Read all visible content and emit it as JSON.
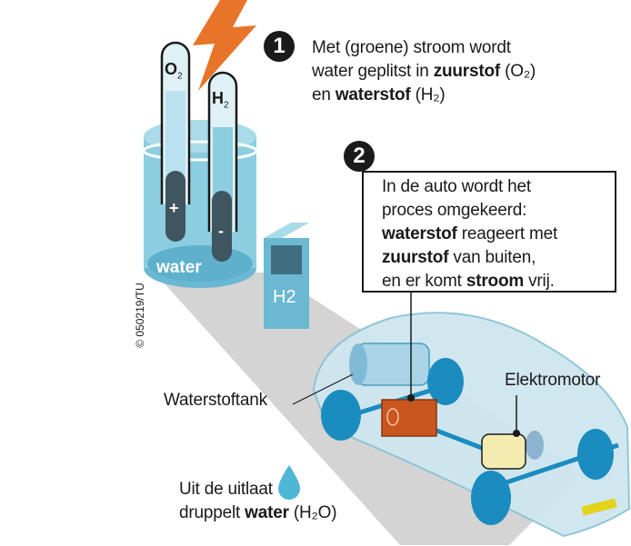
{
  "step1": {
    "number": "1",
    "lines": [
      [
        {
          "t": "Met (groene) stroom  wordt",
          "b": false
        }
      ],
      [
        {
          "t": "water geplitst in ",
          "b": false
        },
        {
          "t": "zuurstof",
          "b": true
        },
        {
          "t": " (O₂)",
          "b": false
        }
      ],
      [
        {
          "t": "en ",
          "b": false
        },
        {
          "t": "waterstof",
          "b": true
        },
        {
          "t": " (H₂)",
          "b": false
        }
      ]
    ]
  },
  "step2": {
    "number": "2",
    "lines": [
      [
        {
          "t": "In de auto wordt het",
          "b": false
        }
      ],
      [
        {
          "t": "proces omgekeerd:",
          "b": false
        }
      ],
      [
        {
          "t": "waterstof",
          "b": true
        },
        {
          "t": " reageert met",
          "b": false
        }
      ],
      [
        {
          "t": "zuurstof",
          "b": true
        },
        {
          "t": " van buiten,",
          "b": false
        }
      ],
      [
        {
          "t": "en er komt ",
          "b": false
        },
        {
          "t": "stroom",
          "b": true
        },
        {
          "t": " vrij.",
          "b": false
        }
      ]
    ]
  },
  "labels": {
    "tank_water": "water",
    "o2": "O",
    "o2_sub": "2",
    "h2": "H",
    "h2_sub": "2",
    "plus": "+",
    "minus": "-",
    "pump": "H2",
    "waterstoftank": "Waterstoftank",
    "elektromotor": "Elektromotor",
    "credit": "© 050219/TU"
  },
  "exhaust": {
    "lines": [
      [
        {
          "t": "Uit de uitlaat",
          "b": false
        }
      ],
      [
        {
          "t": "druppelt ",
          "b": false
        },
        {
          "t": "water",
          "b": true
        },
        {
          "t": " (H₂O)",
          "b": false
        }
      ]
    ]
  },
  "colors": {
    "bolt": "#e8742a",
    "water": "#7ec5db",
    "car": "#cfe6ef",
    "wheel": "#1a8cc0",
    "fuelcell": "#c9561f",
    "motor": "#f3ebb0"
  }
}
